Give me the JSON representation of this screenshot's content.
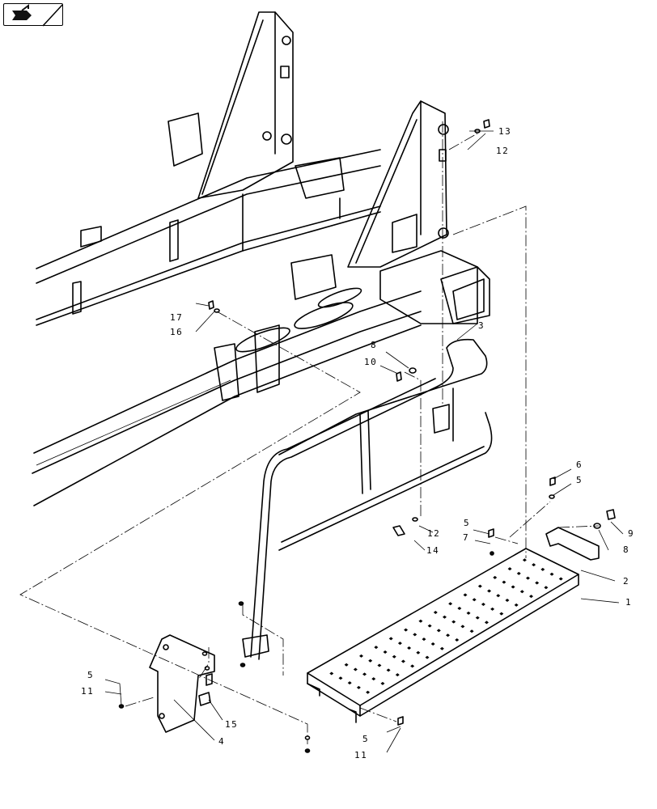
{
  "callouts": [
    {
      "id": "c1",
      "text": "1"
    },
    {
      "id": "c2",
      "text": "2"
    },
    {
      "id": "c3",
      "text": "3"
    },
    {
      "id": "c4",
      "text": "4"
    },
    {
      "id": "c5a",
      "text": "5"
    },
    {
      "id": "c5b",
      "text": "5"
    },
    {
      "id": "c5c",
      "text": "5"
    },
    {
      "id": "c5d",
      "text": "5"
    },
    {
      "id": "c6",
      "text": "6"
    },
    {
      "id": "c7",
      "text": "7"
    },
    {
      "id": "c8a",
      "text": "8"
    },
    {
      "id": "c8b",
      "text": "8"
    },
    {
      "id": "c9",
      "text": "9"
    },
    {
      "id": "c10",
      "text": "10"
    },
    {
      "id": "c11a",
      "text": "11"
    },
    {
      "id": "c11b",
      "text": "11"
    },
    {
      "id": "c12a",
      "text": "12"
    },
    {
      "id": "c12b",
      "text": "12"
    },
    {
      "id": "c13",
      "text": "13"
    },
    {
      "id": "c14",
      "text": "14"
    },
    {
      "id": "c15",
      "text": "15"
    },
    {
      "id": "c16",
      "text": "16"
    },
    {
      "id": "c17",
      "text": "17"
    }
  ],
  "icons": {
    "nav": "back-navigation-icon"
  }
}
